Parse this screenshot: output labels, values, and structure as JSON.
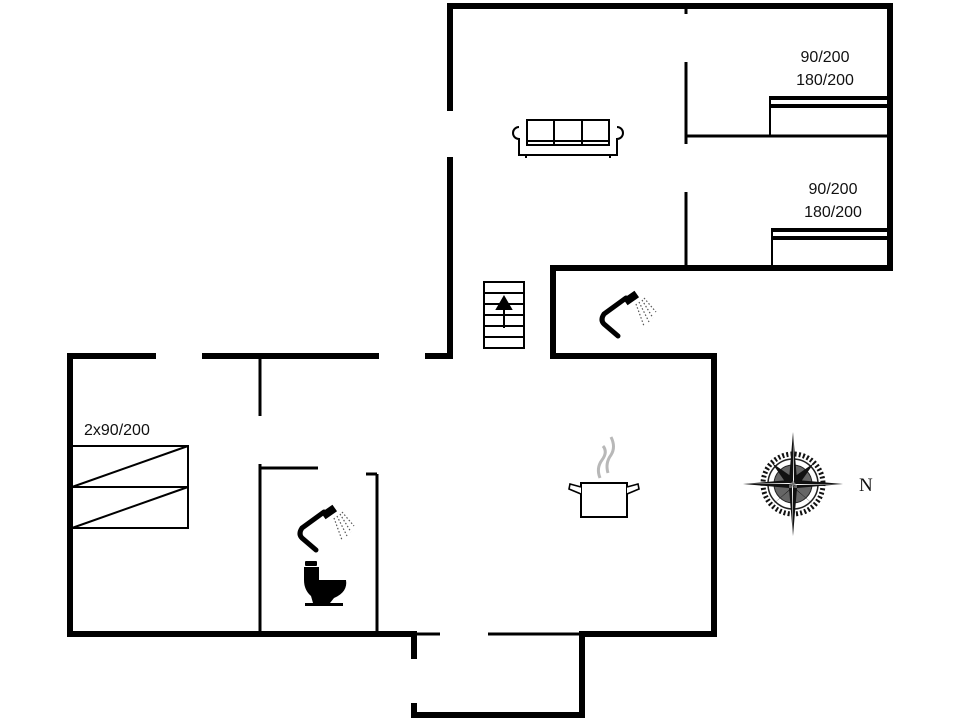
{
  "plan": {
    "type": "floor-plan",
    "bedrooms": [
      {
        "id": "bedroom-top",
        "label_line1": "90/200",
        "label_line2": "180/200"
      },
      {
        "id": "bedroom-middle",
        "label_line1": "90/200",
        "label_line2": "180/200"
      },
      {
        "id": "bedroom-left",
        "label": "2x90/200"
      }
    ],
    "compass": {
      "direction_label": "N"
    },
    "icons": [
      "sofa-icon",
      "stairs-up-icon",
      "shower-icon",
      "shower-icon",
      "toilet-icon",
      "cooking-pot-icon",
      "compass-rose-icon"
    ],
    "colors": {
      "wall": "#000000",
      "background": "#ffffff",
      "steam": "#b8b8b8"
    }
  }
}
